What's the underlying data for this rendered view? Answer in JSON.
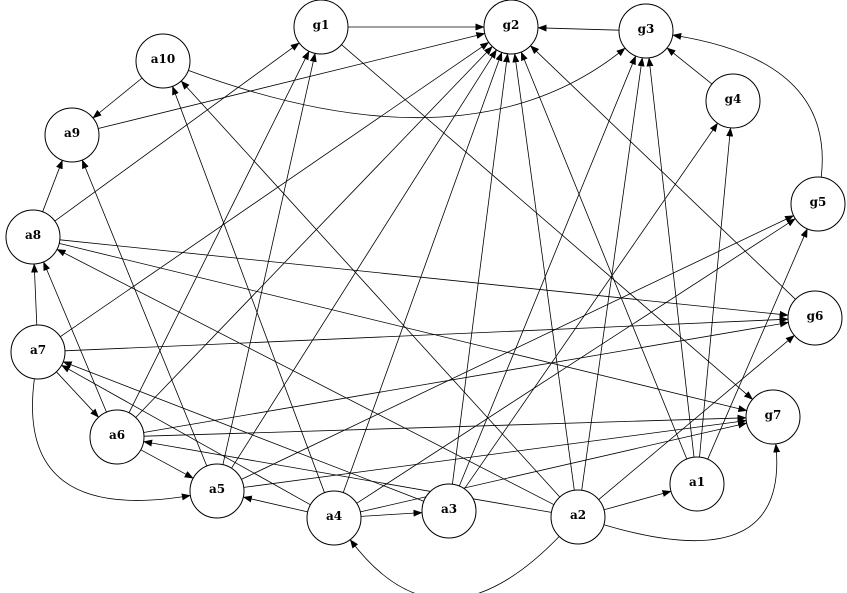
{
  "diagram": {
    "type": "directed-graph",
    "colors": {
      "stroke": "#000000",
      "node_fill": "#ffffff",
      "background": "#ffffff"
    },
    "nodes": [
      {
        "id": "g1",
        "label": "g1"
      },
      {
        "id": "g2",
        "label": "g2"
      },
      {
        "id": "g3",
        "label": "g3"
      },
      {
        "id": "g4",
        "label": "g4"
      },
      {
        "id": "g5",
        "label": "g5"
      },
      {
        "id": "g6",
        "label": "g6"
      },
      {
        "id": "g7",
        "label": "g7"
      },
      {
        "id": "a1",
        "label": "a1"
      },
      {
        "id": "a2",
        "label": "a2"
      },
      {
        "id": "a3",
        "label": "a3"
      },
      {
        "id": "a4",
        "label": "a4"
      },
      {
        "id": "a5",
        "label": "a5"
      },
      {
        "id": "a6",
        "label": "a6"
      },
      {
        "id": "a7",
        "label": "a7"
      },
      {
        "id": "a8",
        "label": "a8"
      },
      {
        "id": "a9",
        "label": "a9"
      },
      {
        "id": "a10",
        "label": "a10"
      }
    ],
    "edges": [
      {
        "from": "g1",
        "to": "g2"
      },
      {
        "from": "g3",
        "to": "g2"
      },
      {
        "from": "g4",
        "to": "g3"
      },
      {
        "from": "g5",
        "to": "g3"
      },
      {
        "from": "g6",
        "to": "g2"
      },
      {
        "from": "g1",
        "to": "g7"
      },
      {
        "from": "a10",
        "to": "a9"
      },
      {
        "from": "a10",
        "to": "g3"
      },
      {
        "from": "a9",
        "to": "g2"
      },
      {
        "from": "a8",
        "to": "a9"
      },
      {
        "from": "a8",
        "to": "g1"
      },
      {
        "from": "a8",
        "to": "g6"
      },
      {
        "from": "a8",
        "to": "g7"
      },
      {
        "from": "a7",
        "to": "a8"
      },
      {
        "from": "a7",
        "to": "a6"
      },
      {
        "from": "a7",
        "to": "a5"
      },
      {
        "from": "a7",
        "to": "g2"
      },
      {
        "from": "a7",
        "to": "g6"
      },
      {
        "from": "a6",
        "to": "a8"
      },
      {
        "from": "a6",
        "to": "a5"
      },
      {
        "from": "a6",
        "to": "g1"
      },
      {
        "from": "a6",
        "to": "g2"
      },
      {
        "from": "a6",
        "to": "g6"
      },
      {
        "from": "a6",
        "to": "g7"
      },
      {
        "from": "a5",
        "to": "a9"
      },
      {
        "from": "a5",
        "to": "g1"
      },
      {
        "from": "a5",
        "to": "g2"
      },
      {
        "from": "a5",
        "to": "g5"
      },
      {
        "from": "a5",
        "to": "g7"
      },
      {
        "from": "a4",
        "to": "a5"
      },
      {
        "from": "a4",
        "to": "a3"
      },
      {
        "from": "a4",
        "to": "a10"
      },
      {
        "from": "a4",
        "to": "a7"
      },
      {
        "from": "a4",
        "to": "g2"
      },
      {
        "from": "a4",
        "to": "g5"
      },
      {
        "from": "a4",
        "to": "g7"
      },
      {
        "from": "a3",
        "to": "a7"
      },
      {
        "from": "a3",
        "to": "g2"
      },
      {
        "from": "a3",
        "to": "g3"
      },
      {
        "from": "a3",
        "to": "g4"
      },
      {
        "from": "a2",
        "to": "a1"
      },
      {
        "from": "a2",
        "to": "a4"
      },
      {
        "from": "a2",
        "to": "a6"
      },
      {
        "from": "a2",
        "to": "a8"
      },
      {
        "from": "a2",
        "to": "a10"
      },
      {
        "from": "a2",
        "to": "g2"
      },
      {
        "from": "a2",
        "to": "g3"
      },
      {
        "from": "a2",
        "to": "g6"
      },
      {
        "from": "a2",
        "to": "g7"
      },
      {
        "from": "a1",
        "to": "g2"
      },
      {
        "from": "a1",
        "to": "g3"
      },
      {
        "from": "a1",
        "to": "g4"
      },
      {
        "from": "a1",
        "to": "g5"
      }
    ]
  }
}
